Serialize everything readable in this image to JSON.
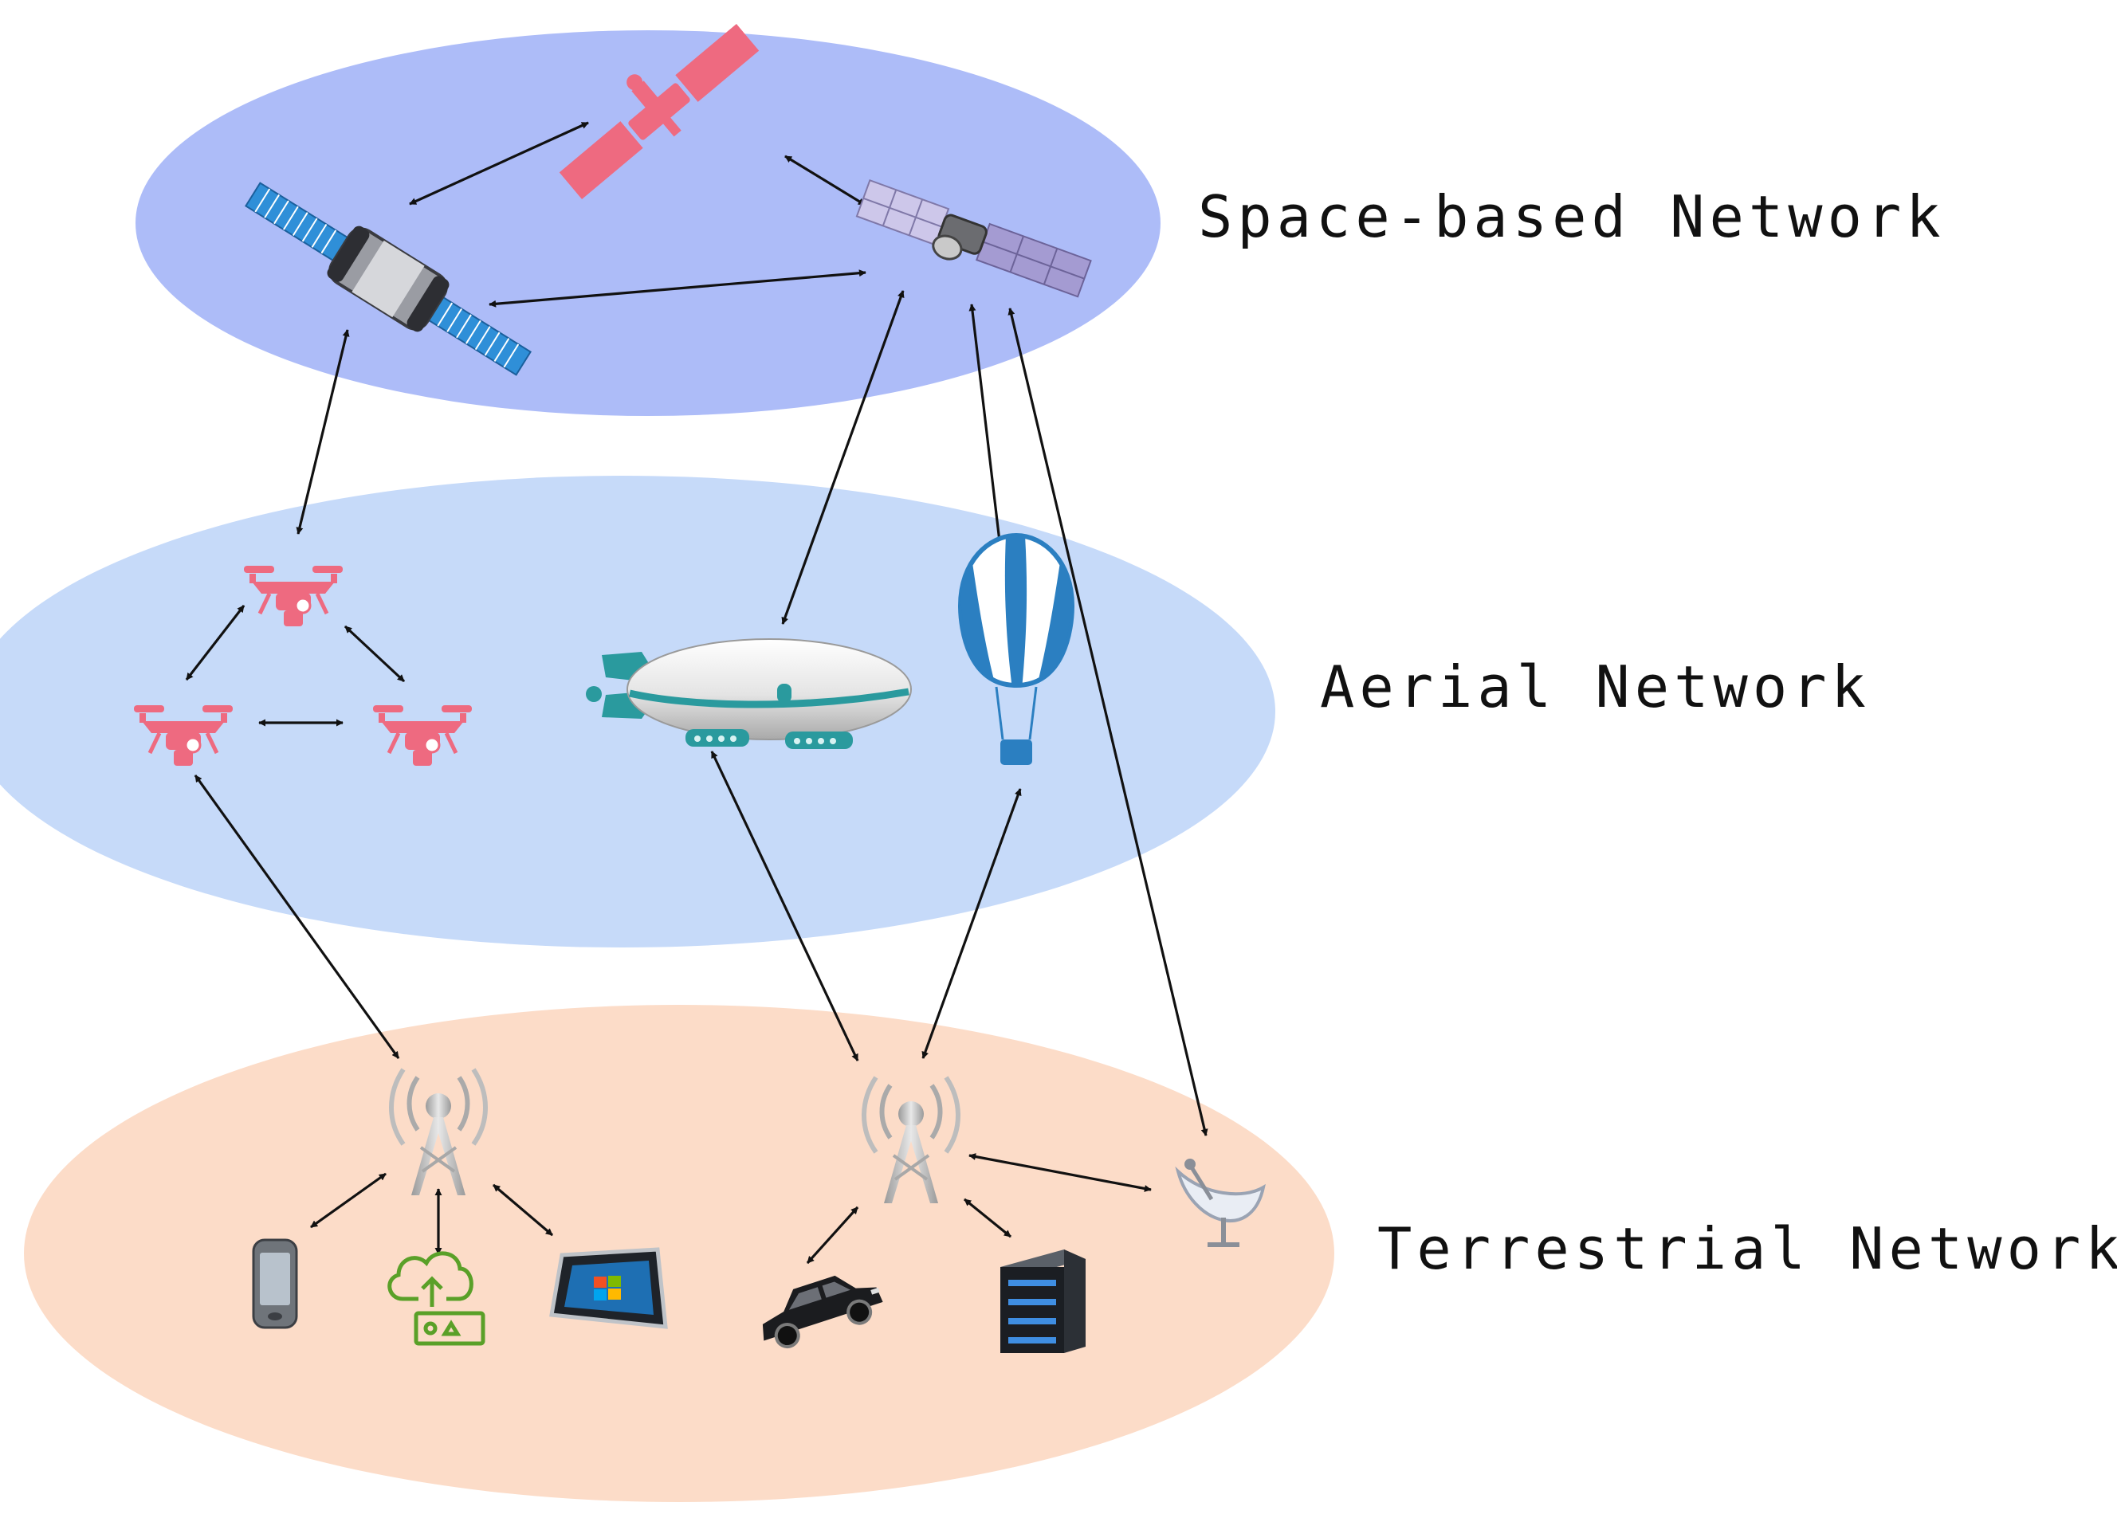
{
  "layers": {
    "space": {
      "label": "Space-based Network",
      "color": "#adbcf8"
    },
    "aerial": {
      "label": "Aerial Network",
      "color": "#c6daf9"
    },
    "terrestrial": {
      "label": "Terrestrial Network",
      "color": "#fcdcc8"
    }
  },
  "colors": {
    "arrow": "#111111",
    "accent_pink": "#ee6a80",
    "accent_teal": "#2a9a9e",
    "accent_blue": "#2b7fc1",
    "accent_green": "#5aa028",
    "tower_gray": "#b9b9b9"
  },
  "nodes": [
    {
      "id": "satellite-pink",
      "icon": "satellite-icon",
      "layer": "space"
    },
    {
      "id": "satellite-blue-panels",
      "icon": "satellite-icon",
      "layer": "space"
    },
    {
      "id": "satellite-purple-panels",
      "icon": "satellite-icon",
      "layer": "space"
    },
    {
      "id": "drone-top",
      "icon": "drone-icon",
      "layer": "aerial"
    },
    {
      "id": "drone-left",
      "icon": "drone-icon",
      "layer": "aerial"
    },
    {
      "id": "drone-right",
      "icon": "drone-icon",
      "layer": "aerial"
    },
    {
      "id": "airship",
      "icon": "airship-icon",
      "layer": "aerial"
    },
    {
      "id": "hot-air-balloon",
      "icon": "balloon-icon",
      "layer": "aerial"
    },
    {
      "id": "base-station-left",
      "icon": "cell-tower-icon",
      "layer": "terrestrial"
    },
    {
      "id": "base-station-right",
      "icon": "cell-tower-icon",
      "layer": "terrestrial"
    },
    {
      "id": "ground-station-dish",
      "icon": "satellite-dish-icon",
      "layer": "terrestrial"
    },
    {
      "id": "mobile-phone",
      "icon": "phone-icon",
      "layer": "terrestrial"
    },
    {
      "id": "cloud-device",
      "icon": "cloud-upload-icon",
      "layer": "terrestrial"
    },
    {
      "id": "tablet",
      "icon": "tablet-icon",
      "layer": "terrestrial"
    },
    {
      "id": "car",
      "icon": "car-icon",
      "layer": "terrestrial"
    },
    {
      "id": "server",
      "icon": "server-icon",
      "layer": "terrestrial"
    }
  ],
  "links": [
    [
      "satellite-blue-panels",
      "satellite-pink"
    ],
    [
      "satellite-pink",
      "satellite-purple-panels"
    ],
    [
      "satellite-blue-panels",
      "satellite-purple-panels"
    ],
    [
      "satellite-blue-panels",
      "drone-top"
    ],
    [
      "satellite-purple-panels",
      "airship"
    ],
    [
      "satellite-purple-panels",
      "hot-air-balloon"
    ],
    [
      "satellite-purple-panels",
      "ground-station-dish"
    ],
    [
      "drone-top",
      "drone-left"
    ],
    [
      "drone-top",
      "drone-right"
    ],
    [
      "drone-left",
      "drone-right"
    ],
    [
      "drone-left",
      "base-station-left"
    ],
    [
      "airship",
      "base-station-right"
    ],
    [
      "hot-air-balloon",
      "base-station-right"
    ],
    [
      "base-station-left",
      "mobile-phone"
    ],
    [
      "base-station-left",
      "cloud-device"
    ],
    [
      "base-station-left",
      "tablet"
    ],
    [
      "base-station-right",
      "car"
    ],
    [
      "base-station-right",
      "server"
    ],
    [
      "base-station-right",
      "ground-station-dish"
    ]
  ]
}
